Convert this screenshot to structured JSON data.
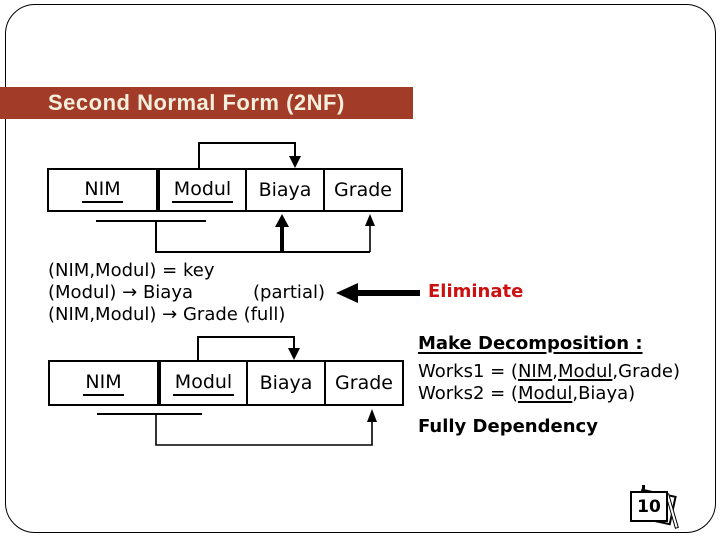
{
  "slide": {
    "title": "Second Normal Form (2NF)",
    "page_number": "10",
    "colors": {
      "title_bar": "#A23B28",
      "title_text": "#F4EFDC",
      "eliminate_red": "#CC1111",
      "line_color": "#000000",
      "background": "#FFFFFF"
    }
  },
  "relation_table": {
    "columns": [
      {
        "label": "NIM",
        "key": true
      },
      {
        "label": "Modul",
        "key": true
      },
      {
        "label": "Biaya",
        "key": false
      },
      {
        "label": "Grade",
        "key": false
      }
    ]
  },
  "dependencies": {
    "line1": "(NIM,Modul) = key",
    "line2_text": "(Modul) → Biaya",
    "line2_note": "(partial)",
    "line3": "(NIM,Modul) → Grade (full)",
    "eliminate_label": "Eliminate"
  },
  "decomposition": {
    "heading": "Make Decomposition :",
    "works1": {
      "prefix": "Works1 = (",
      "key1": "NIM",
      "sep": ",",
      "key2": "Modul",
      "suffix": ",Grade)"
    },
    "works2": {
      "prefix": "Works2 = (",
      "key1": "Modul",
      "suffix": ",Biaya)"
    },
    "footer": "Fully Dependency"
  }
}
